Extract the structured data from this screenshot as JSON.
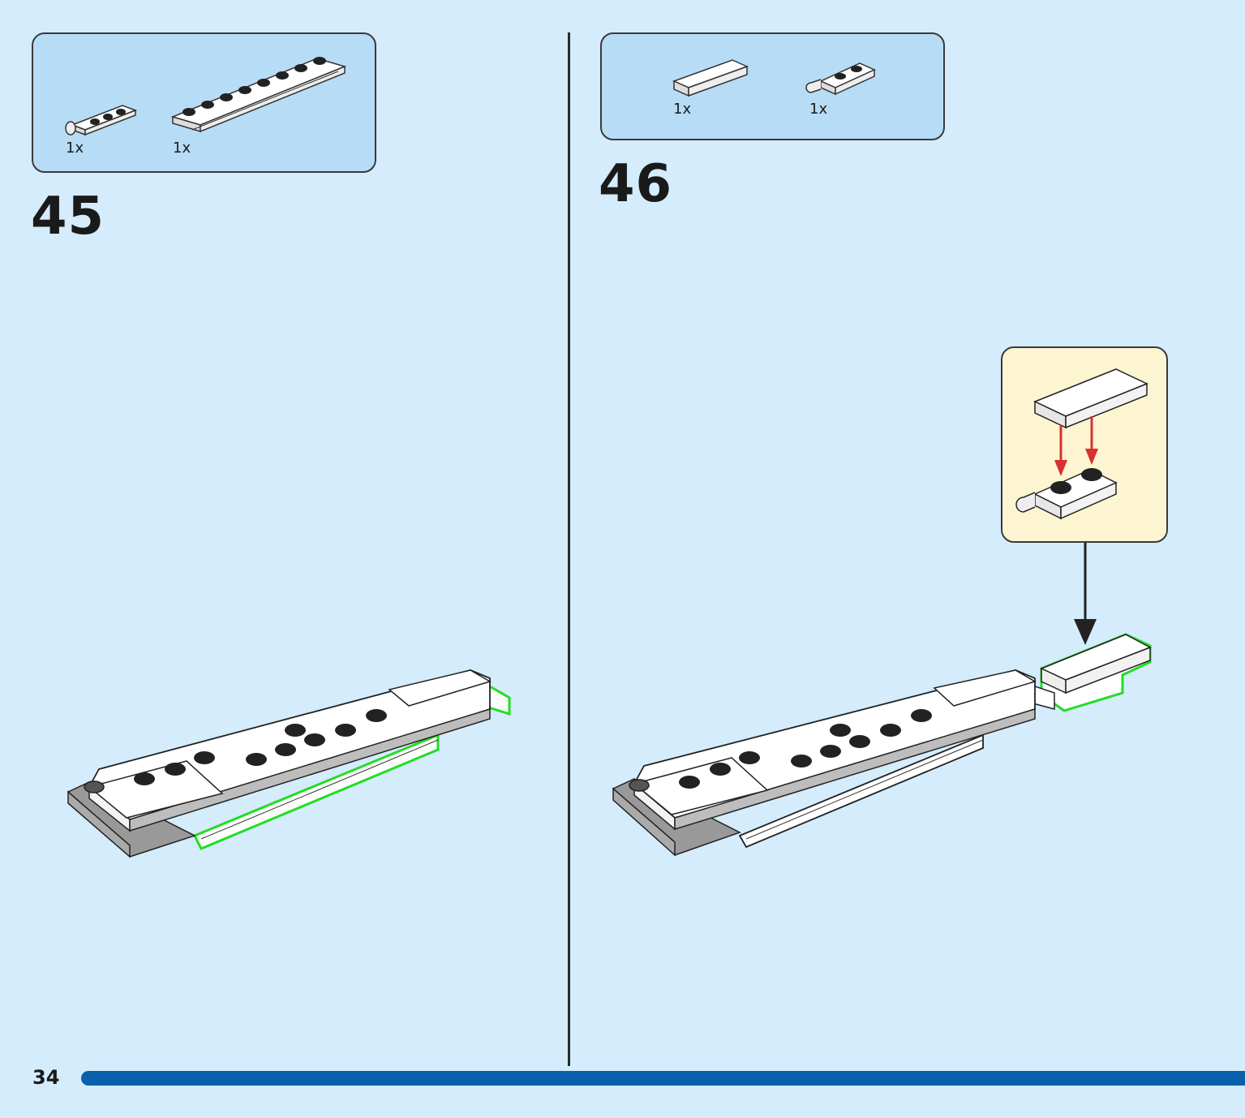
{
  "page": {
    "number": "34"
  },
  "steps": [
    {
      "number": "45",
      "parts": [
        {
          "qty": "1x",
          "icon": "plate-1x3-with-clip-icon",
          "color": "#ffffff"
        },
        {
          "qty": "1x",
          "icon": "plate-1x8-with-rail-icon",
          "color": "#ffffff"
        }
      ]
    },
    {
      "number": "46",
      "parts": [
        {
          "qty": "1x",
          "icon": "tile-1x3-icon",
          "color": "#ffffff"
        },
        {
          "qty": "1x",
          "icon": "plate-1x2-with-clip-icon",
          "color": "#ffffff"
        }
      ]
    }
  ],
  "colors": {
    "background": "#d4ecfb",
    "parts_box": "#b7dcf6",
    "callout_box": "#fdf5d1",
    "highlight": "#22dd22",
    "arrow_red": "#d93030",
    "progress": "#0a60ac"
  }
}
